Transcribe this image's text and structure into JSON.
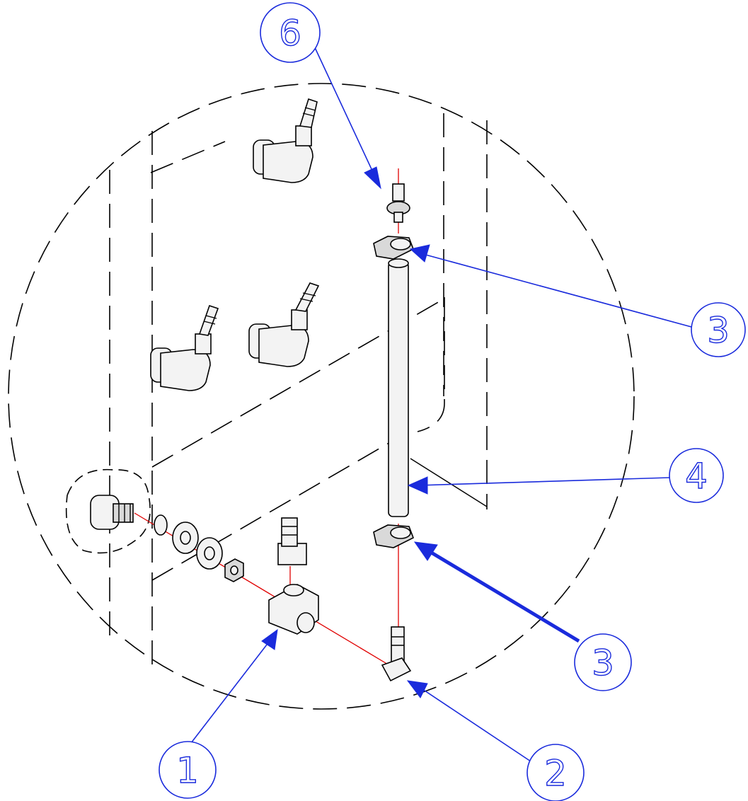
{
  "diagram": {
    "balloons": [
      {
        "id": "balloon-1",
        "label": "1"
      },
      {
        "id": "balloon-2",
        "label": "2"
      },
      {
        "id": "balloon-3-top",
        "label": "3"
      },
      {
        "id": "balloon-3-bottom",
        "label": "3"
      },
      {
        "id": "balloon-4",
        "label": "4"
      },
      {
        "id": "balloon-6",
        "label": "6"
      }
    ],
    "colors": {
      "callout": "#1a2bdc",
      "centerline": "#e00000",
      "outline": "#000000"
    }
  }
}
